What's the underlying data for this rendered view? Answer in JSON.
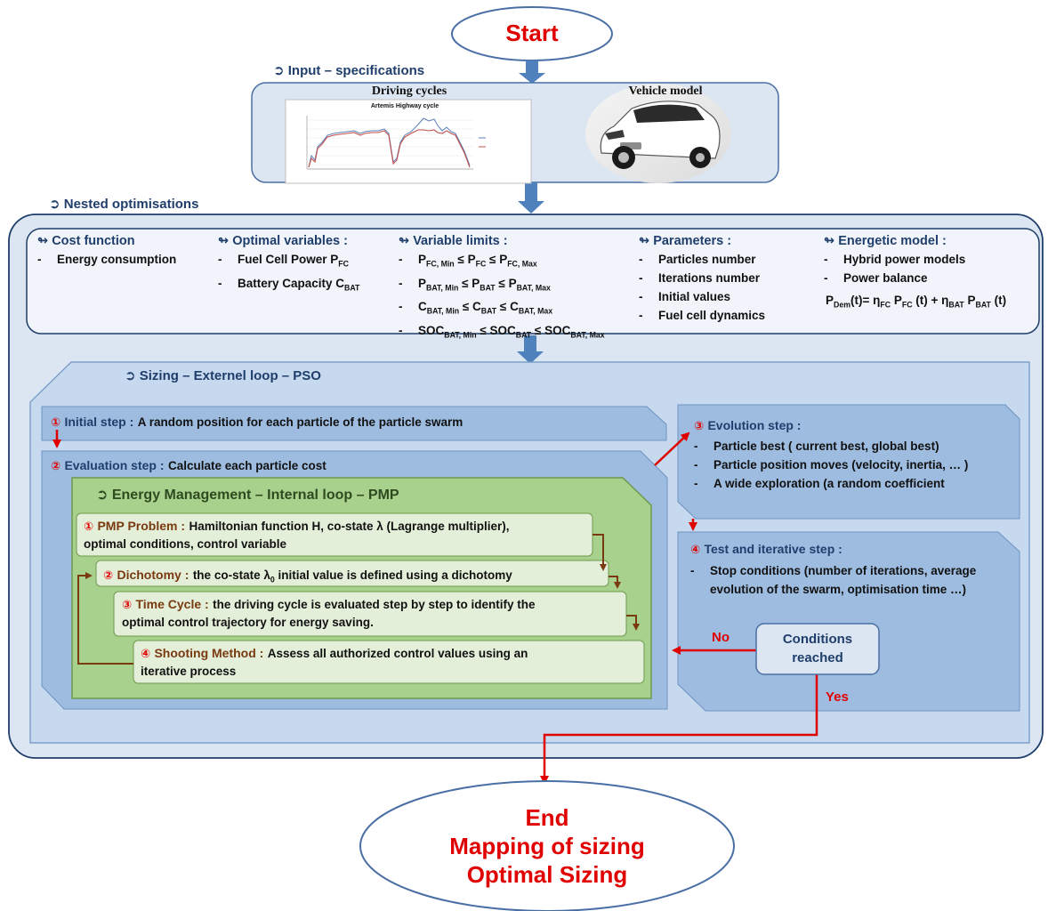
{
  "start": "Start",
  "input": {
    "title": "Input – specifications",
    "driving_cycles": "Driving cycles",
    "vehicle_model": "Vehicle model",
    "chart_title": "Artemis Highway cycle"
  },
  "nested": {
    "title": "Nested optimisations",
    "cost": {
      "head": "Cost function",
      "items": [
        "Energy consumption"
      ]
    },
    "optvars": {
      "head": "Optimal variables :",
      "items": [
        "Fuel Cell Power",
        "Battery Capacity"
      ],
      "subs": [
        "FC",
        "BAT"
      ]
    },
    "limits": {
      "head": "Variable limits :"
    },
    "params": {
      "head": "Parameters :",
      "items": [
        "Particles number",
        "Iterations number",
        "Initial values",
        "Fuel cell dynamics"
      ]
    },
    "energetic": {
      "head": "Energetic model :",
      "items": [
        "Hybrid power models",
        "Power balance"
      ]
    }
  },
  "sizing": {
    "title": "Sizing – Externel loop – PSO",
    "initial": {
      "num": "①",
      "head": "Initial step :",
      "text": "A random position for each particle of the particle swarm"
    },
    "evaluation": {
      "num": "②",
      "head": "Evaluation step :",
      "text": "Calculate each particle cost"
    },
    "evolution": {
      "num": "③",
      "head": "Evolution step :",
      "items": [
        "Particle best ( current best, global best)",
        "Particle position moves (velocity, inertia, … )",
        "A wide exploration (a random coefficient"
      ]
    },
    "test": {
      "num": "④",
      "head": "Test and iterative step :",
      "items": [
        "Stop conditions (number of iterations, average",
        "evolution of the swarm, optimisation time …)"
      ]
    }
  },
  "energy": {
    "title": "Energy Management  – Internal loop – PMP",
    "pmp": {
      "num": "①",
      "head": "PMP Problem :",
      "line1": "Hamiltonian function H, co-state λ (Lagrange multiplier),",
      "line2": "optimal conditions, control variable"
    },
    "dicho": {
      "num": "②",
      "head": "Dichotomy :",
      "text": "initial value is defined using a dichotomy"
    },
    "time": {
      "num": "③",
      "head": "Time Cycle :",
      "line1": "the driving cycle is evaluated step by step to identify the",
      "line2": "optimal control trajectory for energy saving."
    },
    "shoot": {
      "num": "④",
      "head": "Shooting Method :",
      "line1": "Assess all authorized control values using an",
      "line2": "iterative process"
    }
  },
  "decision": {
    "line1": "Conditions",
    "line2": "reached",
    "no": "No",
    "yes": "Yes"
  },
  "end": {
    "line1": "End",
    "line2": "Mapping of sizing",
    "line3": "Optimal Sizing"
  },
  "colors": {
    "red": "#e00000",
    "dark_blue": "#1f3e6b",
    "green": "#a9d18e",
    "light_blue": "#dce6f2"
  }
}
